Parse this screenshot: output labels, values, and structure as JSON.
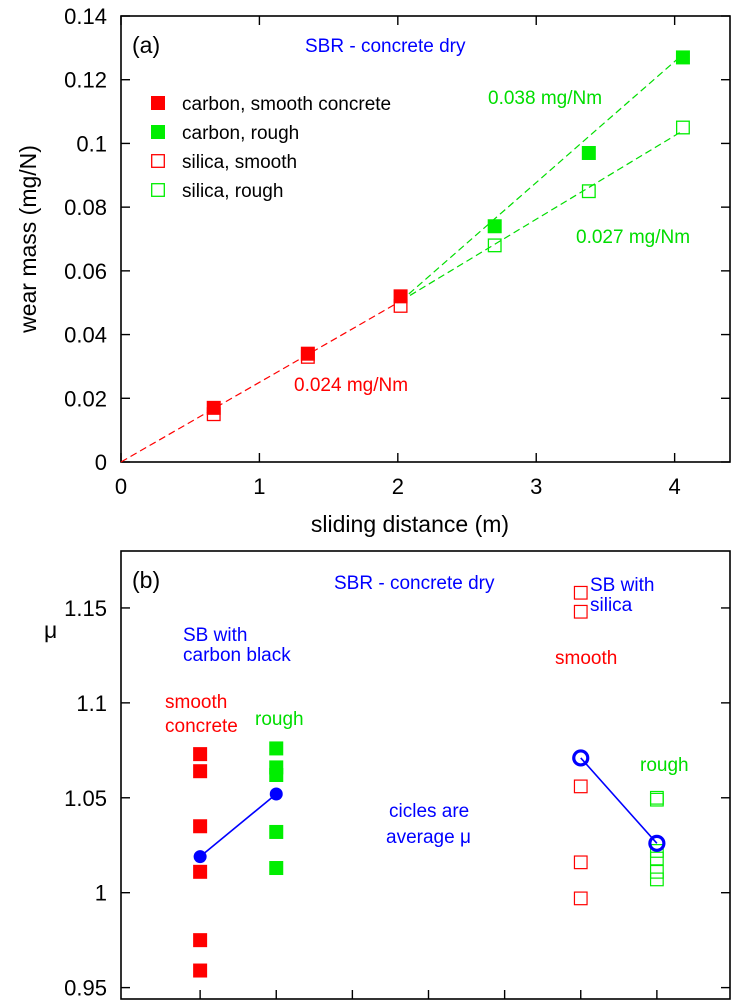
{
  "colors": {
    "red": "#ff0000",
    "green": "#00ee00",
    "blue": "#0000ff",
    "axis": "#000000"
  },
  "chart_data": [
    {
      "type": "scatter",
      "panel_label": "(a)",
      "title": "SBR - concrete dry",
      "xlabel": "sliding distance  (m)",
      "ylabel": "wear mass  (mg/N)",
      "xlim": [
        0,
        4.4
      ],
      "ylim": [
        0,
        0.14
      ],
      "xticks": [
        0,
        1,
        2,
        3,
        4
      ],
      "yticks": [
        0,
        0.02,
        0.04,
        0.06,
        0.08,
        0.1,
        0.12,
        0.14
      ],
      "grid": false,
      "legend_position": "upper-left",
      "series": [
        {
          "name": "carbon, smooth concrete",
          "color": "#ff0000",
          "filled": true,
          "x": [
            0.67,
            1.35,
            2.02
          ],
          "y": [
            0.017,
            0.034,
            0.052
          ]
        },
        {
          "name": "carbon, rough",
          "color": "#00ee00",
          "filled": true,
          "x": [
            2.7,
            3.38,
            4.06
          ],
          "y": [
            0.074,
            0.097,
            0.127
          ]
        },
        {
          "name": "silica, smooth",
          "color": "#ff0000",
          "filled": false,
          "x": [
            0.67,
            1.35,
            2.02
          ],
          "y": [
            0.015,
            0.033,
            0.049
          ]
        },
        {
          "name": "silica, rough",
          "color": "#00ee00",
          "filled": false,
          "x": [
            2.7,
            3.38,
            4.06
          ],
          "y": [
            0.068,
            0.085,
            0.105
          ]
        }
      ],
      "fit_lines": [
        {
          "label": "0.024 mg/Nm",
          "color": "#ff0000",
          "x": [
            0,
            2.02
          ],
          "y": [
            0,
            0.0505
          ]
        },
        {
          "label": "0.038 mg/Nm",
          "color": "#00ee00",
          "x": [
            2.02,
            4.06
          ],
          "y": [
            0.0505,
            0.128
          ]
        },
        {
          "label": "0.027 mg/Nm",
          "color": "#00ee00",
          "x": [
            2.02,
            4.06
          ],
          "y": [
            0.0505,
            0.104
          ]
        }
      ]
    },
    {
      "type": "scatter",
      "panel_label": "(b)",
      "title": "SBR - concrete dry",
      "ylabel": "μ",
      "ylim": [
        0.944,
        1.18
      ],
      "yticks": [
        0.95,
        1,
        1.05,
        1.1,
        1.15
      ],
      "xlim": [
        0,
        8
      ],
      "grid": false,
      "series": [
        {
          "name": "smooth concrete",
          "color": "#ff0000",
          "filled": true,
          "x": 1,
          "values": [
            1.073,
            1.064,
            1.035,
            1.011,
            0.975,
            0.959
          ]
        },
        {
          "name": "rough",
          "color": "#00ee00",
          "filled": true,
          "x": 2,
          "values": [
            1.076,
            1.066,
            1.062,
            1.032,
            1.013
          ]
        },
        {
          "name": "smooth",
          "color": "#ff0000",
          "filled": false,
          "x": 6,
          "values": [
            1.158,
            1.148,
            1.056,
            1.016,
            0.997
          ]
        },
        {
          "name": "rough",
          "color": "#00ee00",
          "filled": false,
          "x": 7,
          "values": [
            1.05,
            1.049,
            1.022,
            1.018,
            1.011,
            1.007
          ]
        }
      ],
      "averages": [
        {
          "group": "SB with carbon black",
          "x": [
            1,
            2
          ],
          "y": [
            1.019,
            1.052
          ],
          "filled": true
        },
        {
          "group": "SB with silica",
          "x": [
            6,
            7
          ],
          "y": [
            1.071,
            1.026
          ],
          "filled": false
        }
      ],
      "annotations": {
        "carbon_title_1": "SB with",
        "carbon_title_2": "carbon black",
        "silica_title_1": "SB with",
        "silica_title_2": "silica",
        "smooth_concrete_1": "smooth",
        "smooth_concrete_2": "concrete",
        "rough_left": "rough",
        "smooth_right": "smooth",
        "rough_right": "rough",
        "avg_note_1": "cicles are",
        "avg_note_2": "average μ"
      }
    }
  ]
}
